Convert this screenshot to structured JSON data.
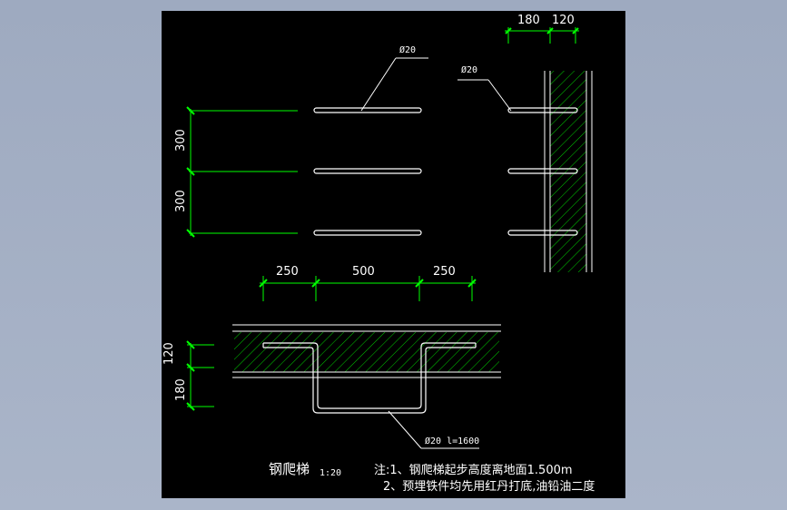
{
  "drawing": {
    "colors": {
      "background": "#000000",
      "dimension": "#00ff00",
      "bar": "#ffffff",
      "hatch": "#00ff00",
      "text": "#ffffff",
      "frame_bg": "#a4afc4"
    },
    "top_dims": {
      "d1": "180",
      "d2": "120"
    },
    "left_dims": {
      "d1": "300",
      "d2": "300"
    },
    "mid_dims": {
      "d1": "250",
      "d2": "500",
      "d3": "250"
    },
    "bottom_dims": {
      "d1": "120",
      "d2": "180"
    },
    "labels": {
      "bar_front": "Ø20",
      "bar_side": "Ø20",
      "bar_plan": "Ø20 l=1600"
    },
    "title": {
      "name": "钢爬梯",
      "scale": "1:20"
    },
    "notes": {
      "line1": "注:1、钢爬梯起步高度离地面1.500m",
      "line2": "2、预埋铁件均先用红丹打底,油铅油二度"
    }
  }
}
